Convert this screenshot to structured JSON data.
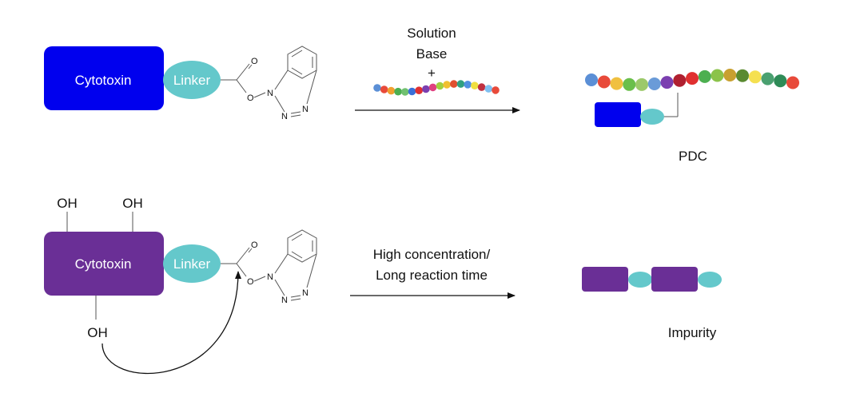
{
  "colors": {
    "cytotoxin_blue": "#0000ee",
    "cytotoxin_purple": "#6a2f96",
    "linker": "#64c8cb",
    "bond": "#555555",
    "arrow": "#111111"
  },
  "reaction1": {
    "cytotoxin_label": "Cytotoxin",
    "linker_label": "Linker",
    "arrow_label_line1": "Solution",
    "arrow_label_line2": "Base",
    "arrow_label_line3": "+",
    "product_label": "PDC"
  },
  "reaction2": {
    "cytotoxin_label": "Cytotoxin",
    "linker_label": "Linker",
    "oh_top_left": "OH",
    "oh_top_right": "OH",
    "oh_bottom": "OH",
    "arrow_label_line1": "High concentration/",
    "arrow_label_line2": "Long reaction time",
    "product_label": "Impurity"
  },
  "atoms": {
    "oxygen": "O",
    "nitrogen": "N"
  },
  "peptide_small_colors": [
    "#5b8fd6",
    "#e84a3a",
    "#f0a030",
    "#4caf50",
    "#70c070",
    "#3a6fd8",
    "#e03030",
    "#7b3fb0",
    "#e04080",
    "#a0d040",
    "#f0c030",
    "#e05030",
    "#30a080",
    "#5090e0",
    "#f0e040",
    "#c03040",
    "#80c0f0",
    "#e84a3a"
  ],
  "peptide_large_colors": [
    "#5b8fd6",
    "#e84a3a",
    "#f0c040",
    "#6abf4b",
    "#9cc96a",
    "#6a9bd8",
    "#7b3fb0",
    "#b02030",
    "#e03030",
    "#4caf50",
    "#8bc34a",
    "#c8a030",
    "#5a8a30",
    "#f5e050",
    "#4aa070",
    "#2e8b57",
    "#e84a3a"
  ]
}
